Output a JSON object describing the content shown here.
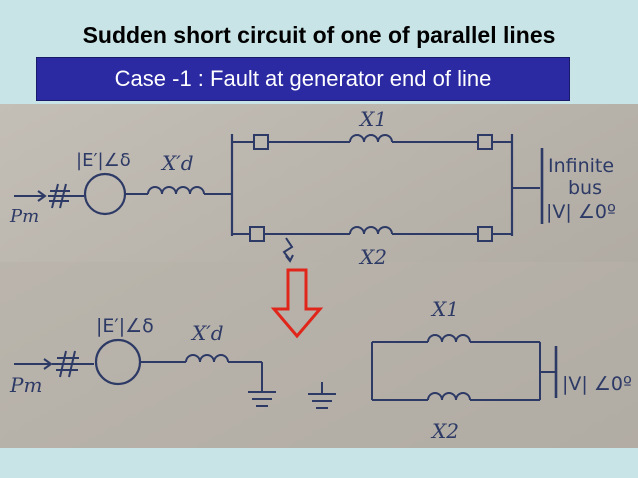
{
  "slide": {
    "title": "Sudden short circuit of one of parallel lines",
    "case_label": "Case -1 : Fault at generator end of line"
  },
  "colors": {
    "background": "#c8e4e6",
    "case_box": "#2b2aa3",
    "arrow": "#e0261b",
    "ink": "#2d3a66"
  },
  "diagram_top": {
    "emf": "|E′|∠δ",
    "reactance": "X′d",
    "line1": "X1",
    "line2": "X2",
    "power": "Pm",
    "bus_line1": "Infinite",
    "bus_line2": "bus",
    "bus_voltage": "|V| ∠0º"
  },
  "diagram_bottom": {
    "emf": "|E′|∠δ",
    "reactance": "X′d",
    "line1": "X1",
    "line2": "X2",
    "power": "Pm",
    "bus_voltage": "|V| ∠0º"
  }
}
